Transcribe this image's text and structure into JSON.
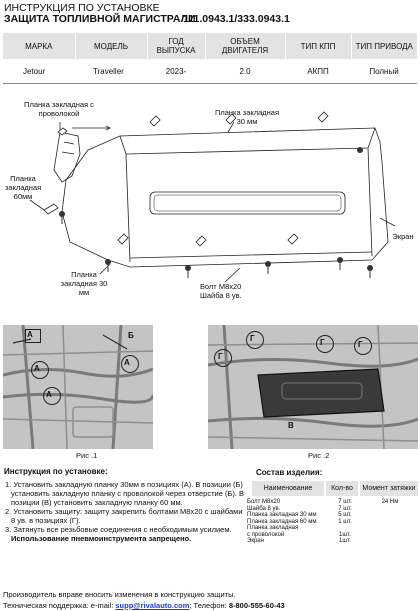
{
  "header": {
    "line1": "ИНСТРУКЦИЯ ПО УСТАНОВКЕ",
    "line2": "ЗАЩИТА ТОПЛИВНОЙ МАГИСТРАЛИ",
    "code": "111.0943.1/333.0943.1"
  },
  "spec_table": {
    "headers": [
      "МАРКА",
      "МОДЕЛЬ",
      "ГОД ВЫПУСКА",
      "ОБЪЕМ ДВИГАТЕЛЯ",
      "ТИП КПП",
      "ТИП ПРИВОДА"
    ],
    "row": [
      "Jetour",
      "Traveller",
      "2023-",
      "2.0",
      "АКПП",
      "Полный"
    ]
  },
  "diagram": {
    "callout_wire_plate": "Планка закладная с проволокой",
    "callout_plate_30_top": "Планка закладная 30 мм",
    "callout_plate_60": "Планка закладная 60мм",
    "callout_screen": "Экран",
    "callout_plate_30_bottom": "Планка закладная 30 мм",
    "callout_bolt": "Болт М8х20",
    "callout_washer": "Шайба 8 ув."
  },
  "photos": {
    "fig1_caption": "Рис .1",
    "fig2_caption": "Рис .2",
    "markers1": [
      "А",
      "А",
      "А",
      "А",
      "Б"
    ],
    "markers2": [
      "Г",
      "Г",
      "В",
      "Г",
      "Г"
    ]
  },
  "instructions": {
    "title": "Инструкция по установке:",
    "steps": [
      "1. Установить закладную планку 30мм в позициях (А). В позиции (Б)",
      "   установить закладную планку с проволокой через отверстие (Б). В",
      "   позиции (В) установить закладную планку 60 мм.",
      "2. Установить защиту: защиту закрепить болтами М8х20 с шайбами",
      "   8 ув. в позициях (Г).",
      "3. Затянуть все резьбовые соединения с необходимым усилием."
    ],
    "warning": "Использование пневмоинструмента запрещено."
  },
  "kit": {
    "title": "Состав изделия:",
    "headers": [
      "Наименование",
      "Кол-во",
      "Момент затяжки"
    ],
    "names": [
      "Болт М8х20",
      "Шайба 8 ув.",
      "Планка закладная 30 мм",
      "Планка закладная 60 мм",
      "Планка закладная",
      "с проволокой",
      "Экран"
    ],
    "qty": [
      "7 шт.",
      "7 шт.",
      "5 шт.",
      "1 шт.",
      "",
      "1шт.",
      "1шт."
    ],
    "torque": "24 Нм"
  },
  "footer": {
    "line1": "Производитель вправе вносить изменения в конструкцию защиты.",
    "support_label": "Техническая поддержка:  e-mail: ",
    "email": "supp@rivalauto.com",
    "phone_label": "; Телефон: ",
    "phone": "8-800-555-60-43"
  }
}
